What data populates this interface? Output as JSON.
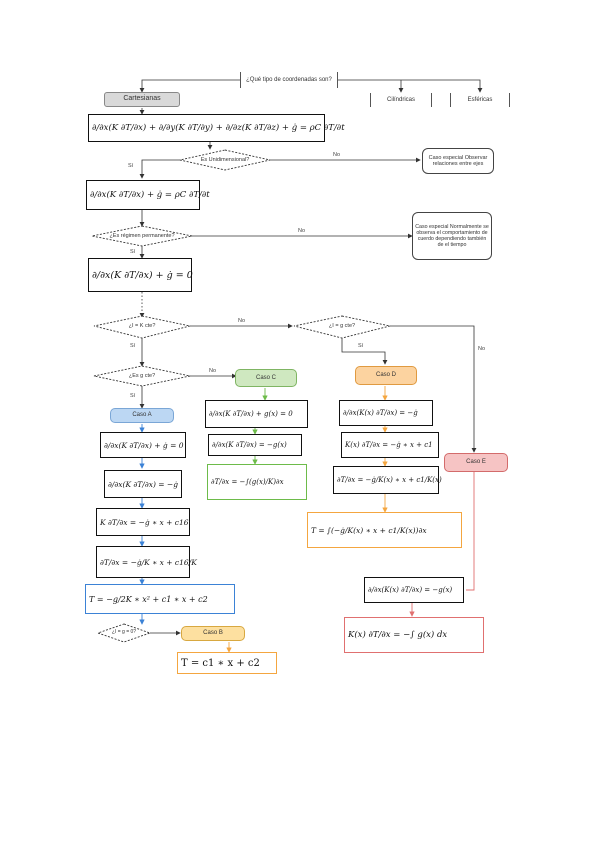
{
  "root_question": "¿Qué tipo de coordenadas son?",
  "coords": {
    "cartesianas": "Cartesianas",
    "cilindricas": "Cilíndricas",
    "esfericas": "Esféricas"
  },
  "decisions": {
    "unidimensional": "Es Unidimensional?",
    "regimen": "¿Es régimen permanente?",
    "k_cte_1": "¿I = K cte?",
    "k_cte_2": "¿I = g cte?",
    "g_cte": "¿Es g cte?",
    "g_zero": "¿I = g = 0?"
  },
  "edge_labels": {
    "si": "Sí",
    "no": "No"
  },
  "notes": {
    "caso_especial_1": "Caso especial Observar relaciones entre ejes",
    "caso_especial_2": "Caso especial Normalmente se observa el comportamiento de cuerdo dependiendo también de el tiempo"
  },
  "cases": {
    "a": "Caso A",
    "b": "Caso B",
    "c": "Caso C",
    "d": "Caso D",
    "e": "Caso E"
  },
  "equations": {
    "general_3d": "∂/∂x(K ∂T/∂x) + ∂/∂y(K ∂T/∂y) + ∂/∂z(K ∂T/∂z) + ġ = ρC ∂T/∂t",
    "general_1d": "∂/∂x(K ∂T/∂x) + ġ = ρC ∂T/∂t",
    "steady": "∂/∂x(K ∂T/∂x) + ġ = 0",
    "a1": "∂/∂x(K ∂T/∂x) + ġ = 0",
    "a2": "∂/∂x(K ∂T/∂x) = −ġ",
    "a3": "K ∂T/∂x = −ġ ∗ x + c16",
    "a4": "∂T/∂x = −ġ/K ∗ x + c16/K",
    "a5": "T = −g/2K ∗ x² + c1 ∗ x + c2",
    "b1": "T = c1 ∗ x + c2",
    "c1": "∂/∂x(K ∂T/∂x) + g(x) = 0",
    "c2": "∂/∂x(K ∂T/∂x) = −g(x)",
    "c3": "∂T/∂x = −∫(g(x)/K)∂x",
    "d1": "∂/∂x(K(x) ∂T/∂x) = −ġ",
    "d2": "K(x) ∂T/∂x = −ġ ∗ x + c1",
    "d3": "∂T/∂x = −ġ/K(x) ∗ x + c1/K(x)",
    "d4": "T = ∫(−ġ/K(x) ∗ x + c1/K(x))∂x",
    "e1": "∂/∂x(K(x) ∂T/∂x) = −g(x)",
    "e2": "K(x) ∂T/∂x = −∫ g(x) dx"
  }
}
